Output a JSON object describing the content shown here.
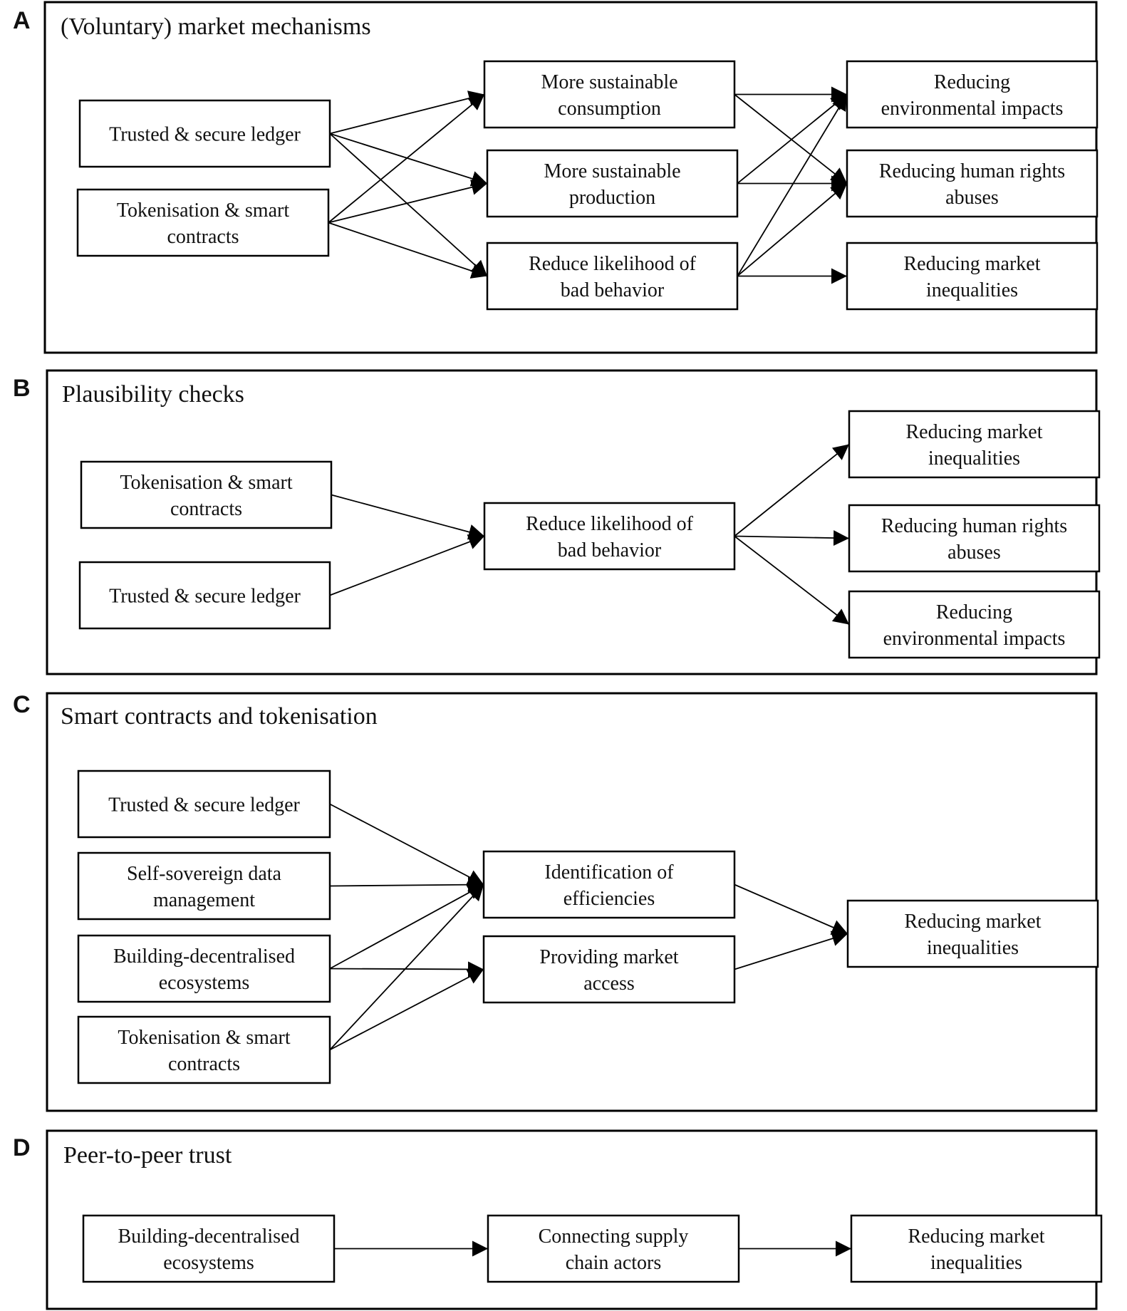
{
  "panels": [
    {
      "letter": "A",
      "title": "(Voluntary) market mechanisms",
      "nodes": [
        {
          "id": "a1",
          "lines": [
            "Trusted & secure ledger"
          ]
        },
        {
          "id": "a2",
          "lines": [
            "Tokenisation & smart",
            "contracts"
          ]
        },
        {
          "id": "a3",
          "lines": [
            "More sustainable",
            "consumption"
          ]
        },
        {
          "id": "a4",
          "lines": [
            "More sustainable",
            "production"
          ]
        },
        {
          "id": "a5",
          "lines": [
            "Reduce likelihood of",
            "bad behavior"
          ]
        },
        {
          "id": "a6",
          "lines": [
            "Reducing",
            "environmental impacts"
          ]
        },
        {
          "id": "a7",
          "lines": [
            "Reducing human rights",
            "abuses"
          ]
        },
        {
          "id": "a8",
          "lines": [
            "Reducing market",
            "inequalities"
          ]
        }
      ],
      "edges": [
        [
          "a1",
          "a3"
        ],
        [
          "a1",
          "a4"
        ],
        [
          "a1",
          "a5"
        ],
        [
          "a2",
          "a3"
        ],
        [
          "a2",
          "a4"
        ],
        [
          "a2",
          "a5"
        ],
        [
          "a3",
          "a6"
        ],
        [
          "a3",
          "a7"
        ],
        [
          "a4",
          "a6"
        ],
        [
          "a4",
          "a7"
        ],
        [
          "a5",
          "a6"
        ],
        [
          "a5",
          "a7"
        ],
        [
          "a5",
          "a8"
        ]
      ]
    },
    {
      "letter": "B",
      "title": "Plausibility checks",
      "nodes": [
        {
          "id": "b1",
          "lines": [
            "Tokenisation & smart",
            "contracts"
          ]
        },
        {
          "id": "b2",
          "lines": [
            "Trusted & secure ledger"
          ]
        },
        {
          "id": "b3",
          "lines": [
            "Reduce likelihood of",
            "bad behavior"
          ]
        },
        {
          "id": "b4",
          "lines": [
            "Reducing market",
            "inequalities"
          ]
        },
        {
          "id": "b5",
          "lines": [
            "Reducing human rights",
            "abuses"
          ]
        },
        {
          "id": "b6",
          "lines": [
            "Reducing",
            "environmental impacts"
          ]
        }
      ],
      "edges": [
        [
          "b1",
          "b3"
        ],
        [
          "b2",
          "b3"
        ],
        [
          "b3",
          "b4"
        ],
        [
          "b3",
          "b5"
        ],
        [
          "b3",
          "b6"
        ]
      ]
    },
    {
      "letter": "C",
      "title": "Smart contracts and tokenisation",
      "nodes": [
        {
          "id": "c1",
          "lines": [
            "Trusted & secure ledger"
          ]
        },
        {
          "id": "c2",
          "lines": [
            "Self-sovereign data",
            "management"
          ]
        },
        {
          "id": "c3",
          "lines": [
            "Building-decentralised",
            "ecosystems"
          ]
        },
        {
          "id": "c4",
          "lines": [
            "Tokenisation & smart",
            "contracts"
          ]
        },
        {
          "id": "c5",
          "lines": [
            "Identification of",
            "efficiencies"
          ]
        },
        {
          "id": "c6",
          "lines": [
            "Providing market",
            "access"
          ]
        },
        {
          "id": "c7",
          "lines": [
            "Reducing market",
            "inequalities"
          ]
        }
      ],
      "edges": [
        [
          "c1",
          "c5"
        ],
        [
          "c2",
          "c5"
        ],
        [
          "c3",
          "c5"
        ],
        [
          "c3",
          "c6"
        ],
        [
          "c4",
          "c5"
        ],
        [
          "c4",
          "c6"
        ],
        [
          "c5",
          "c7"
        ],
        [
          "c6",
          "c7"
        ]
      ]
    },
    {
      "letter": "D",
      "title": "Peer-to-peer trust",
      "nodes": [
        {
          "id": "d1",
          "lines": [
            "Building-decentralised",
            "ecosystems"
          ]
        },
        {
          "id": "d2",
          "lines": [
            "Connecting supply",
            "chain actors"
          ]
        },
        {
          "id": "d3",
          "lines": [
            "Reducing market",
            "inequalities"
          ]
        }
      ],
      "edges": [
        [
          "d1",
          "d2"
        ],
        [
          "d2",
          "d3"
        ]
      ]
    }
  ]
}
